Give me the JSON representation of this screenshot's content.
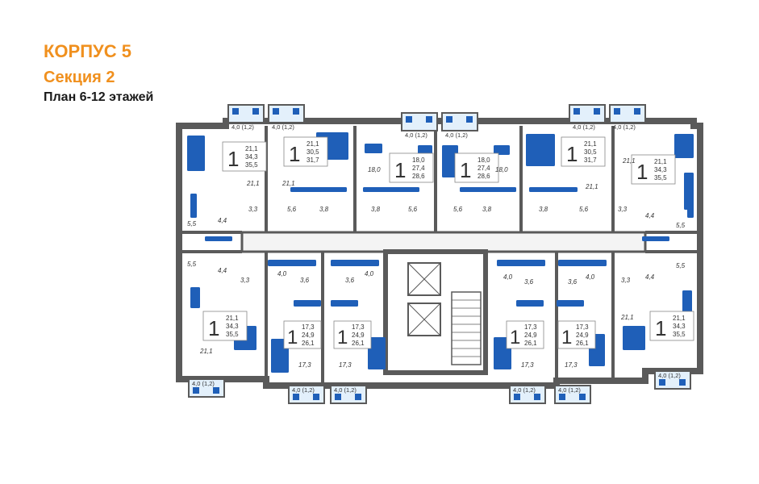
{
  "header": {
    "building": "КОРПУС 5",
    "section": "Секция 2",
    "floors": "План 6-12 этажей"
  },
  "colors": {
    "accent": "#f0901e",
    "furniture": "#1f5fb8",
    "wall": "#5a5a5a",
    "balcony": "#e3f0fb"
  },
  "balcony_label": "4,0 (1,2)",
  "apartments": [
    {
      "rooms": "1",
      "living": "21,1",
      "total": "34,3",
      "total_with_balcony": "35,5"
    },
    {
      "rooms": "1",
      "living": "21,1",
      "total": "30,5",
      "total_with_balcony": "31,7"
    },
    {
      "rooms": "1",
      "living": "18,0",
      "total": "27,4",
      "total_with_balcony": "28,6"
    },
    {
      "rooms": "1",
      "living": "18,0",
      "total": "27,4",
      "total_with_balcony": "28,6"
    },
    {
      "rooms": "1",
      "living": "21,1",
      "total": "30,5",
      "total_with_balcony": "31,7"
    },
    {
      "rooms": "1",
      "living": "21,1",
      "total": "34,3",
      "total_with_balcony": "35,5"
    },
    {
      "rooms": "1",
      "living": "21,1",
      "total": "34,3",
      "total_with_balcony": "35,5"
    },
    {
      "rooms": "1",
      "living": "17,3",
      "total": "24,9",
      "total_with_balcony": "26,1"
    },
    {
      "rooms": "1",
      "living": "17,3",
      "total": "24,9",
      "total_with_balcony": "26,1"
    },
    {
      "rooms": "1",
      "living": "17,3",
      "total": "24,9",
      "total_with_balcony": "26,1"
    },
    {
      "rooms": "1",
      "living": "17,3",
      "total": "24,9",
      "total_with_balcony": "26,1"
    },
    {
      "rooms": "1",
      "living": "21,1",
      "total": "34,3",
      "total_with_balcony": "35,5"
    }
  ],
  "room_areas": {
    "a18": "18,0",
    "a211": "21,1",
    "a173": "17,3",
    "a55": "5,5",
    "a44": "4,4",
    "a33": "3,3",
    "a56": "5,6",
    "a38": "3,8",
    "a40": "4,0",
    "a36": "3,6"
  }
}
